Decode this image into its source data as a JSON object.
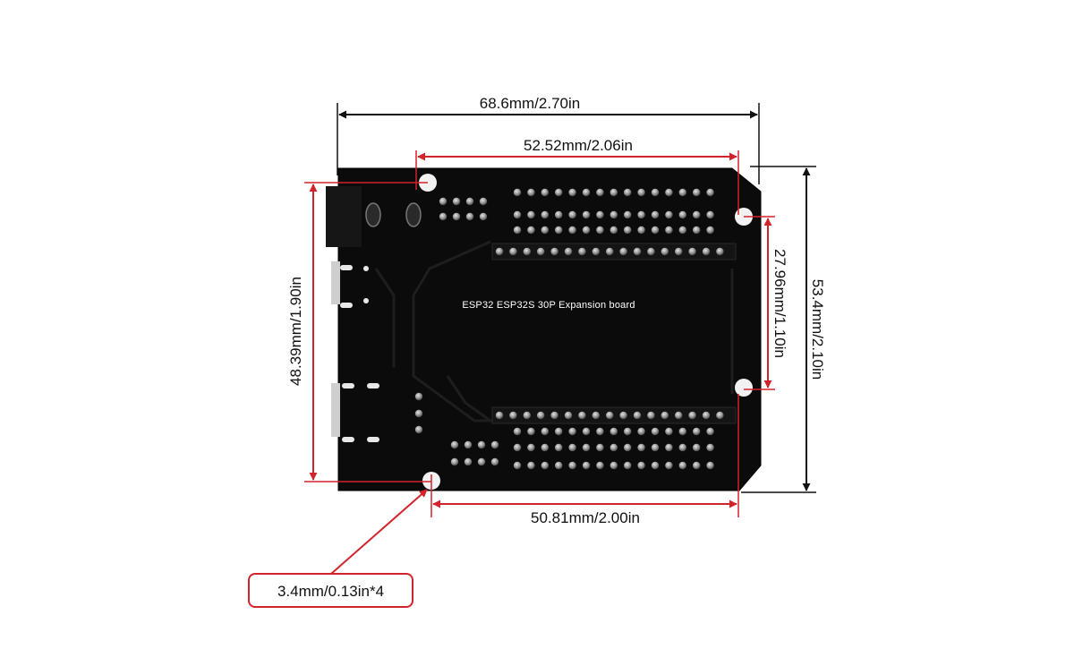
{
  "dimensions": {
    "overall_width": "68.6mm/2.70in",
    "mount_hole_width_top": "52.52mm/2.06in",
    "overall_height": "53.4mm/2.10in",
    "mount_hole_height_left": "48.39mm/1.90in",
    "mount_hole_height_right": "27.96mm/1.10in",
    "mount_hole_width_bottom": "50.81mm/2.00in",
    "hole_diameter": "3.4mm/0.13in*4"
  },
  "board": {
    "silkscreen_label": "ESP32 ESP32S 30P Expansion board"
  },
  "colors": {
    "board": "#0b0b0b",
    "dimension_black": "#111111",
    "dimension_red": "#d2232a",
    "pin": "#9a9a9a",
    "trace": "#1d1d1d"
  }
}
